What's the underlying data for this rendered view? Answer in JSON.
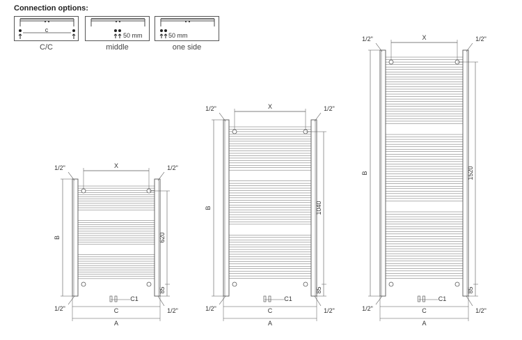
{
  "header": {
    "title": "Connection options:"
  },
  "options": [
    {
      "label": "C/C",
      "inner": "c"
    },
    {
      "label": "middle",
      "inner": "50 mm"
    },
    {
      "label": "one side",
      "inner": "50 mm"
    }
  ],
  "labels": {
    "pipe": "1/2\"",
    "x": "X",
    "b": "B",
    "a": "A",
    "c": "C",
    "c1": "C1",
    "bottom_dim": "85"
  },
  "radiators": [
    {
      "height_label": "620"
    },
    {
      "height_label": "1040"
    },
    {
      "height_label": "1520"
    }
  ]
}
